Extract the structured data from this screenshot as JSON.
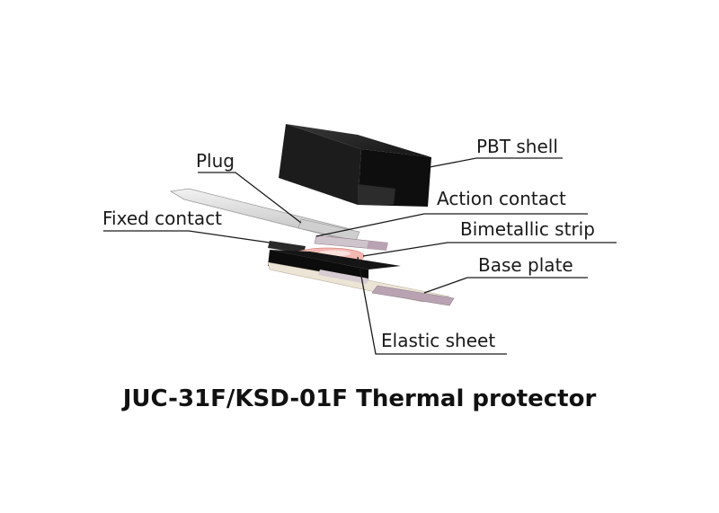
{
  "diagram": {
    "title": "JUC-31F/KSD-01F Thermal protector",
    "labels": {
      "pbt_shell": "PBT shell",
      "plug": "Plug",
      "action_contact": "Action contact",
      "fixed_contact": "Fixed contact",
      "bimetallic_strip": "Bimetallic strip",
      "base_plate": "Base plate",
      "elastic_sheet": "Elastic sheet"
    },
    "colors": {
      "shell": "#1c1c1c",
      "bimetal": "#f4b8b2",
      "terminal": "#b9a3b3",
      "base": "#ece4d5",
      "plug": "#d6d6d6"
    }
  }
}
